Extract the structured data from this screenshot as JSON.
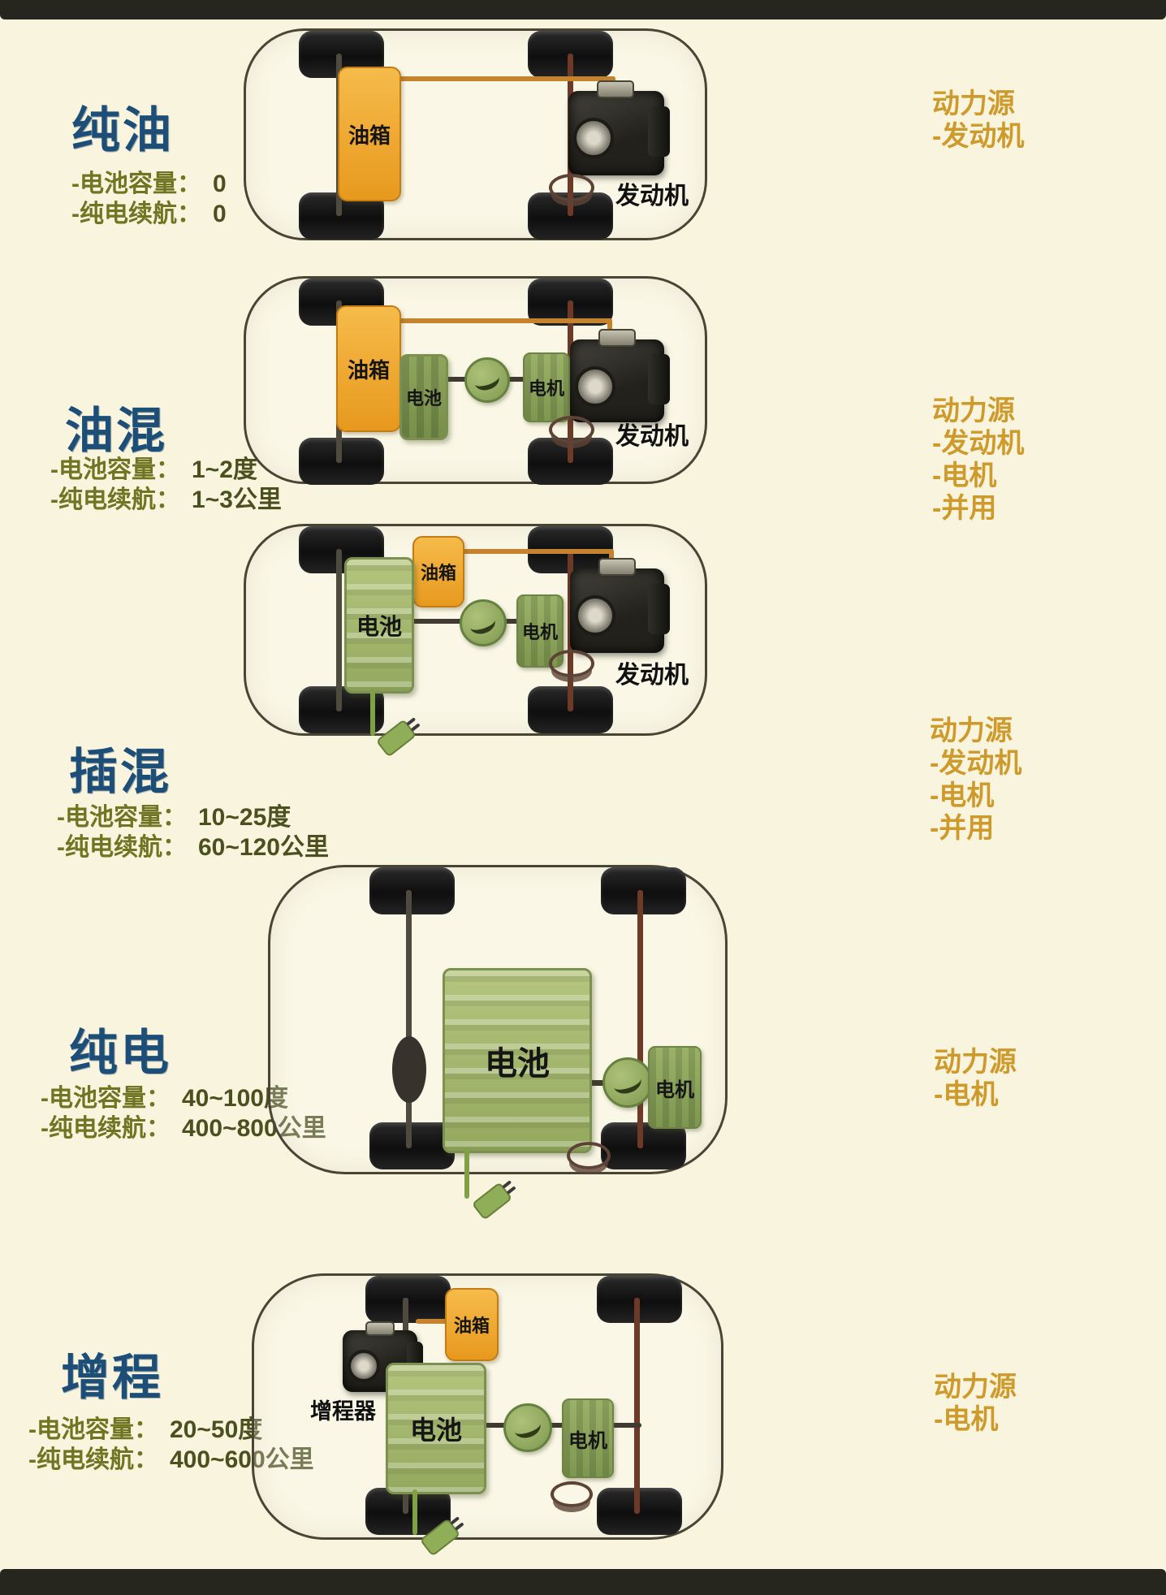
{
  "rows": [
    {
      "id": "pure-gasoline",
      "title": "纯油",
      "specs": [
        {
          "label": "-电池容量：",
          "value": "0"
        },
        {
          "label": "-纯电续航：",
          "value": "0"
        }
      ],
      "power_source": {
        "heading": "动力源",
        "items": [
          "-发动机"
        ]
      },
      "components": {
        "fuel_tank": "油箱",
        "engine": "发动机"
      }
    },
    {
      "id": "hybrid",
      "title": "油混",
      "specs": [
        {
          "label": "-电池容量：",
          "value": "1~2度"
        },
        {
          "label": "-纯电续航：",
          "value": "1~3公里"
        }
      ],
      "power_source": {
        "heading": "动力源",
        "items": [
          "-发动机",
          "-电机",
          "-并用"
        ]
      },
      "components": {
        "fuel_tank": "油箱",
        "battery": "电池",
        "motor": "电机",
        "engine": "发动机"
      }
    },
    {
      "id": "plug-in-hybrid",
      "title": "插混",
      "specs": [
        {
          "label": "-电池容量：",
          "value": "10~25度"
        },
        {
          "label": "-纯电续航：",
          "value": "60~120公里"
        }
      ],
      "power_source": {
        "heading": "动力源",
        "items": [
          "-发动机",
          "-电机",
          "-并用"
        ]
      },
      "components": {
        "fuel_tank": "油箱",
        "battery": "电池",
        "motor": "电机",
        "engine": "发动机"
      }
    },
    {
      "id": "pure-electric",
      "title": "纯电",
      "specs": [
        {
          "label": "-电池容量：",
          "value": "40~100度"
        },
        {
          "label": "-纯电续航：",
          "value": "400~800公里"
        }
      ],
      "power_source": {
        "heading": "动力源",
        "items": [
          "-电机"
        ]
      },
      "components": {
        "battery": "电池",
        "motor": "电机"
      }
    },
    {
      "id": "extended-range",
      "title": "增程",
      "specs": [
        {
          "label": "-电池容量：",
          "value": "20~50度"
        },
        {
          "label": "-纯电续航：",
          "value": "400~600公里"
        }
      ],
      "power_source": {
        "heading": "动力源",
        "items": [
          "-电机"
        ]
      },
      "components": {
        "range_extender": "增程器",
        "fuel_tank": "油箱",
        "battery": "电池",
        "motor": "电机"
      }
    }
  ],
  "colors": {
    "background": "#f8f4de",
    "title_blue": "#1c4e78",
    "spec_label_olive": "#6f7522",
    "spec_value_olive": "#4b501f",
    "power_note_gold": "#cd9a2b",
    "fuel_tank_orange": "#eda333",
    "battery_green": "#9fb469",
    "wheel_black": "#161616",
    "fuel_line_orange": "#c5832d",
    "drive_axle_maroon": "#6e3a28"
  }
}
